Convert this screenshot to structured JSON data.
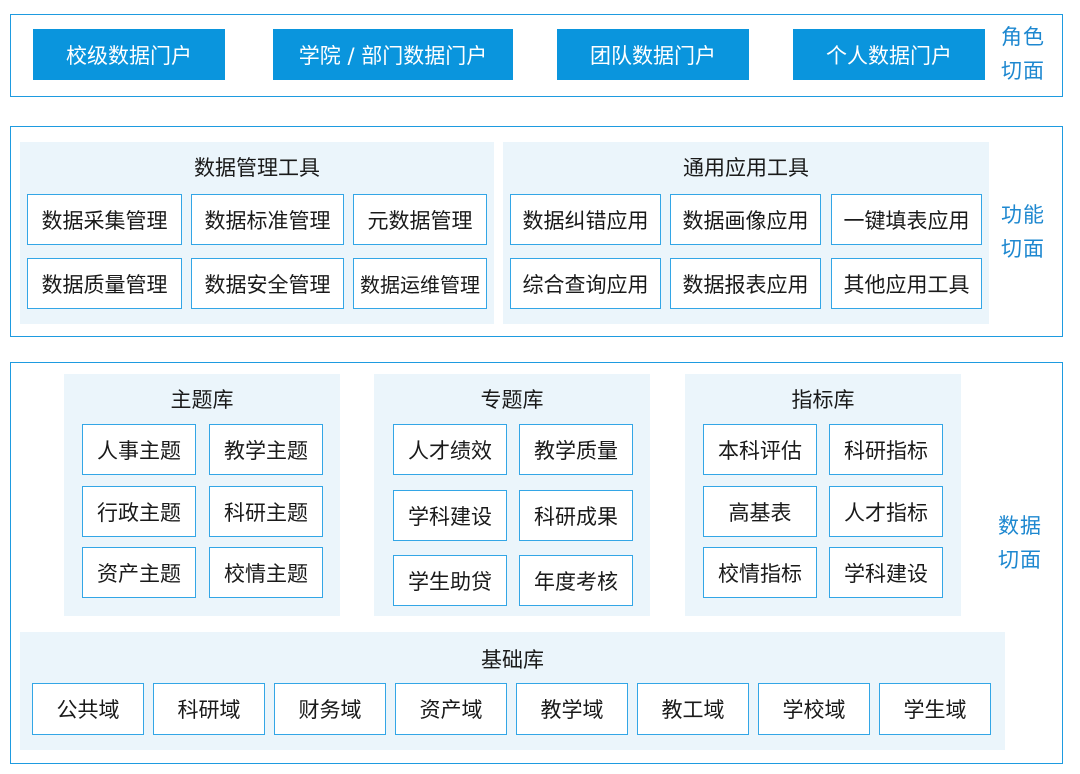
{
  "role_layer": {
    "label_line1": "角色",
    "label_line2": "切面",
    "buttons": [
      "校级数据门户",
      "学院 / 部门数据门户",
      "团队数据门户",
      "个人数据门户"
    ]
  },
  "function_layer": {
    "label_line1": "功能",
    "label_line2": "切面",
    "management": {
      "title": "数据管理工具",
      "items": [
        "数据采集管理",
        "数据标准管理",
        "元数据管理",
        "数据质量管理",
        "数据安全管理",
        "数据运维管理"
      ]
    },
    "application": {
      "title": "通用应用工具",
      "items": [
        "数据纠错应用",
        "数据画像应用",
        "一键填表应用",
        "综合查询应用",
        "数据报表应用",
        "其他应用工具"
      ]
    }
  },
  "data_layer": {
    "label_line1": "数据",
    "label_line2": "切面",
    "theme": {
      "title": "主题库",
      "items": [
        "人事主题",
        "教学主题",
        "行政主题",
        "科研主题",
        "资产主题",
        "校情主题"
      ]
    },
    "topic": {
      "title": "专题库",
      "items": [
        "人才绩效",
        "教学质量",
        "学科建设",
        "科研成果",
        "学生助贷",
        "年度考核"
      ]
    },
    "indicator": {
      "title": "指标库",
      "items": [
        "本科评估",
        "科研指标",
        "高基表",
        "人才指标",
        "校情指标",
        "学科建设"
      ]
    },
    "base": {
      "title": "基础库",
      "items": [
        "公共域",
        "科研域",
        "财务域",
        "资产域",
        "教学域",
        "教工域",
        "学校域",
        "学生域"
      ]
    }
  }
}
